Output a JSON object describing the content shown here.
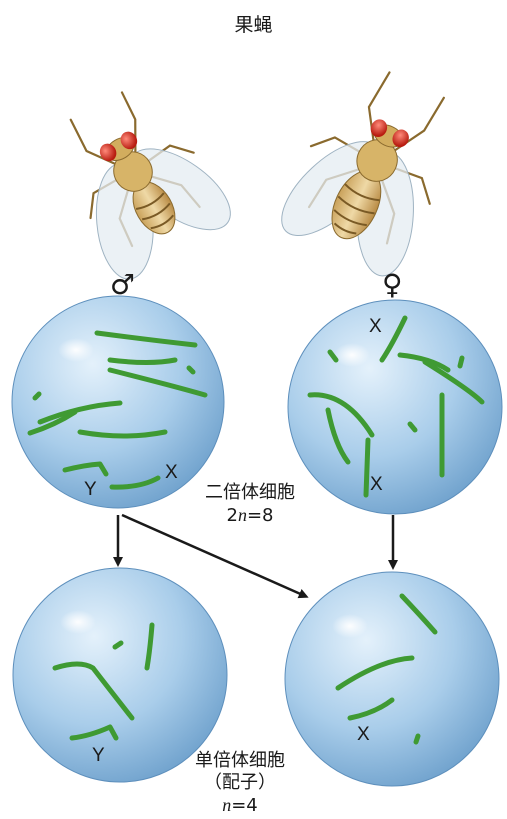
{
  "title": "果蝇",
  "male_symbol": "♂",
  "female_symbol": "♀",
  "diploid": {
    "label": "二倍体细胞",
    "formula_var": "n",
    "formula_left": "2",
    "formula_right": "=8"
  },
  "haploid": {
    "label": "单倍体细胞",
    "sub": "（配子）",
    "formula_var": "n",
    "formula_right": "=4"
  },
  "chromosome_labels": {
    "x": "X",
    "y": "Y"
  },
  "colors": {
    "cell": "#a9cdea",
    "chromosome": "#3f9a33",
    "arrow": "#1a1a1a"
  }
}
